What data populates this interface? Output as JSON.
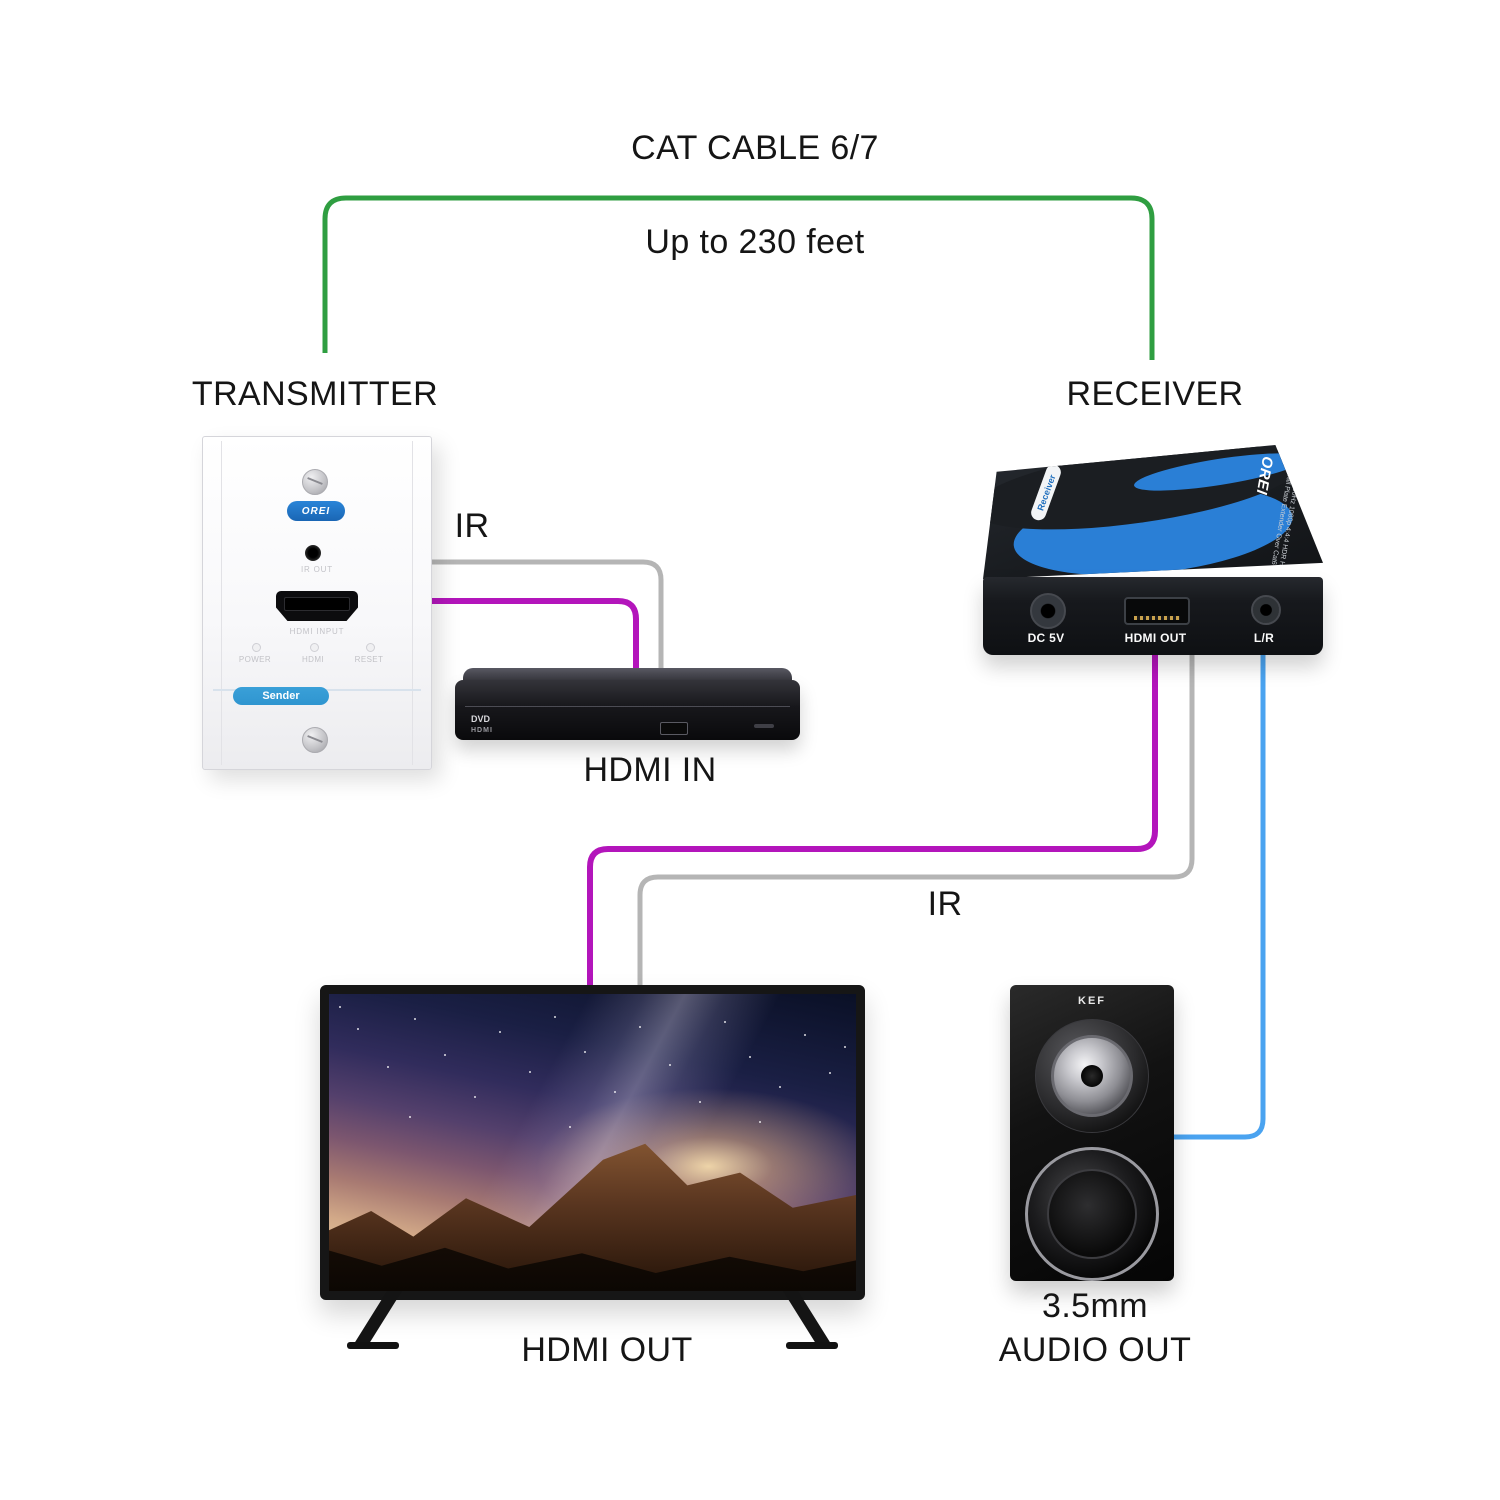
{
  "colors": {
    "cable-green": "#2f9e41",
    "cable-purple": "#b315bb",
    "cable-gray": "#b5b5b5",
    "cable-blue": "#4aa3f0",
    "receiver-blue": "#2a7fd6",
    "sender-blue": "#2f95d0",
    "text-dark": "#151515"
  },
  "labels": {
    "cat_cable": "CAT CABLE 6/7",
    "distance": "Up to 230 feet",
    "transmitter": "TRANSMITTER",
    "receiver": "RECEIVER",
    "ir_top": "IR",
    "ir_bottom": "IR",
    "hdmi_in": "HDMI IN",
    "hdmi_out": "HDMI OUT",
    "audio_out_line1": "3.5mm",
    "audio_out_line2": "AUDIO OUT"
  },
  "transmitter_device": {
    "brand": "OREI",
    "ir_out": "IR OUT",
    "hdmi_input": "HDMI INPUT",
    "power": "POWER",
    "hdmi": "HDMI",
    "reset": "RESET",
    "sender": "Sender"
  },
  "receiver_device": {
    "brand": "OREI",
    "tag": "Receiver",
    "side_text": "4K@60Hz 1080p 4:4:4 HDR HDMI Wall Plate Extender Over Cat6",
    "port_power": "DC 5V",
    "port_hdmi": "HDMI OUT",
    "port_audio": "L/R"
  },
  "dvd_player": {
    "brand_dvd": "DVD",
    "brand_hdmi": "HDMI"
  },
  "speaker": {
    "brand": "KEF"
  }
}
